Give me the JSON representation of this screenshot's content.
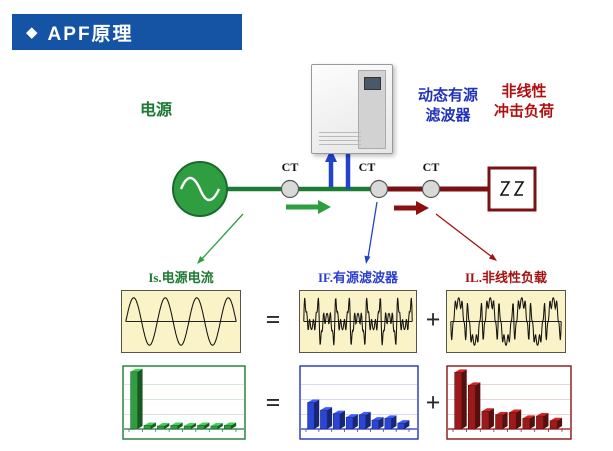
{
  "header": {
    "icon": "◆",
    "title": "APF原理"
  },
  "colors": {
    "banner_blue": "#1553a5",
    "line_green": "#1d7a33",
    "bright_green": "#2f9e41",
    "line_red": "#7b1113",
    "arrow_blue": "#2244cc",
    "label_blue": "#2233bb",
    "label_red": "#b01010",
    "wave_bg": "#fbf3c8"
  },
  "diagram": {
    "source_label": "电源",
    "apf_label": [
      "动态有源",
      "滤波器"
    ],
    "load_label": [
      "非线性",
      "冲击负荷"
    ],
    "ct": [
      "CT",
      "CT",
      "CT"
    ]
  },
  "operators": {
    "eq1": "=",
    "plus1": "+",
    "eq2": "=",
    "plus2": "+"
  },
  "chart_data": [
    {
      "type": "line",
      "title": "Is.电源电流",
      "label_color": "#1d7a33",
      "bg": "#fbf3c8",
      "cycles": 3.5,
      "harmonics": [
        {
          "order": 1,
          "amp": 1.0
        }
      ],
      "note": "clean sinusoidal source current, ~3.5 cycles shown, black trace on pale yellow, horizontal zero axis"
    },
    {
      "type": "line",
      "title": "IF.有源滤波器",
      "label_color": "#2b3fd0",
      "bg": "#fbf3c8",
      "cycles": 3.5,
      "harmonics": [
        {
          "order": 3,
          "amp": 0.5
        },
        {
          "order": 5,
          "amp": 0.45
        },
        {
          "order": 7,
          "amp": 0.35
        },
        {
          "order": 11,
          "amp": 0.25
        },
        {
          "order": 13,
          "amp": 0.2
        }
      ],
      "note": "high-frequency compensation current of active filter"
    },
    {
      "type": "line",
      "title": "IL.非线性负载",
      "label_color": "#a51212",
      "bg": "#fbf3c8",
      "cycles": 3.5,
      "harmonics": [
        {
          "order": 1,
          "amp": 1.0
        },
        {
          "order": 3,
          "amp": -0.5
        },
        {
          "order": 5,
          "amp": -0.45
        },
        {
          "order": 7,
          "amp": -0.35
        },
        {
          "order": 11,
          "amp": -0.25
        },
        {
          "order": 13,
          "amp": -0.2
        }
      ],
      "note": "distorted nonlinear load current with sharp bursts"
    },
    {
      "type": "bar3d",
      "title": "source harmonic spectrum",
      "frame_color": "#1d7a33",
      "bar_color": "#2f9e41",
      "values": [
        97,
        6,
        5,
        6,
        5,
        6,
        5,
        6
      ],
      "ylim": [
        0,
        100
      ],
      "gridlines": 3,
      "note": "dominant fundamental, negligible harmonics"
    },
    {
      "type": "bar3d",
      "title": "filter harmonic spectrum",
      "frame_color": "#2233bb",
      "bar_color": "#2b46d4",
      "values": [
        45,
        32,
        26,
        20,
        24,
        15,
        18,
        10
      ],
      "ylim": [
        0,
        100
      ],
      "gridlines": 3,
      "note": "harmonics injected by active power filter"
    },
    {
      "type": "bar3d",
      "title": "load harmonic spectrum",
      "frame_color": "#8b1111",
      "bar_color": "#9c1a1a",
      "values": [
        96,
        74,
        30,
        24,
        28,
        18,
        22,
        14
      ],
      "ylim": [
        0,
        100
      ],
      "gridlines": 3,
      "note": "fundamental plus large declining harmonics of nonlinear load"
    }
  ]
}
